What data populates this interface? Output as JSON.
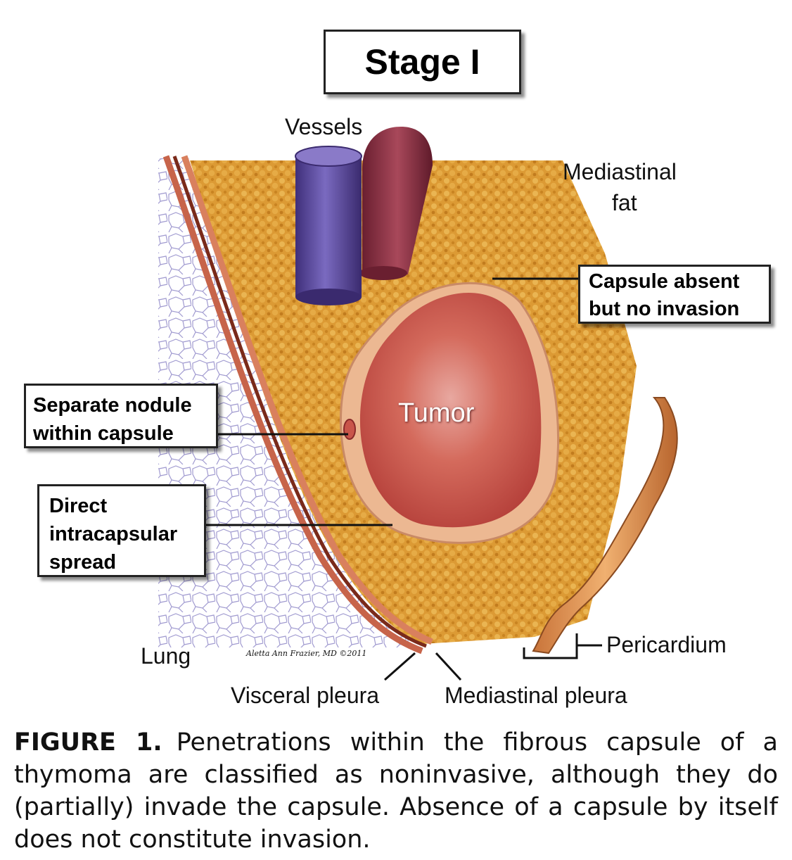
{
  "diagram": {
    "stage_title": "Stage I",
    "labels": {
      "vessels": "Vessels",
      "mediastinal_fat_line1": "Mediastinal",
      "mediastinal_fat_line2": "fat",
      "tumor": "Tumor",
      "lung": "Lung",
      "visceral_pleura": "Visceral pleura",
      "mediastinal_pleura": "Mediastinal pleura",
      "pericardium": "Pericardium"
    },
    "callouts": {
      "capsule_absent_line1": "Capsule absent",
      "capsule_absent_line2": "but no invasion",
      "separate_nodule_line1": "Separate nodule",
      "separate_nodule_line2": "within capsule",
      "direct_spread_line1": "Direct",
      "direct_spread_line2": "intracapsular",
      "direct_spread_line3": "spread"
    },
    "signature": "Aletta Ann Frazier, MD ©2011",
    "colors": {
      "fat": "#d9962e",
      "tumor": "#c9554a",
      "capsule": "#e9b48c",
      "vessel_purple": "#5a4a9a",
      "vessel_red": "#8a3040",
      "pleura": "#c96a50",
      "lung_lines": "#9a94c8"
    }
  },
  "caption": {
    "heading": "FIGURE 1.",
    "text": "Penetrations within the fibrous capsule of a thymoma are classified as noninvasive, although they do (partially) invade the capsule. Absence of a capsule by itself does not constitute invasion."
  }
}
